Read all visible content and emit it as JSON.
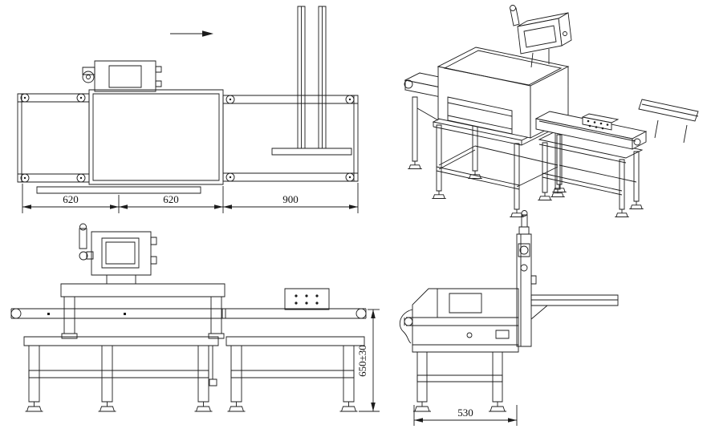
{
  "views": {
    "plan": {
      "dim_left": "620",
      "dim_middle": "620",
      "dim_right": "900"
    },
    "front": {
      "dim_height": "650±30"
    },
    "side": {
      "dim_width": "530"
    }
  },
  "icons": {
    "flow_direction": "arrow-right"
  },
  "colors": {
    "line": "#1c1c1c",
    "background": "#ffffff"
  }
}
